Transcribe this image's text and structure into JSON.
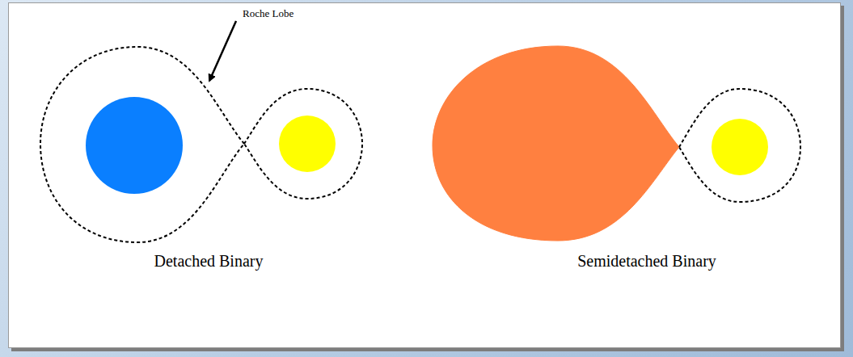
{
  "diagram": {
    "labels": [
      "Roche Lobe",
      "Detached Binary",
      "Semidetached Binary"
    ]
  }
}
